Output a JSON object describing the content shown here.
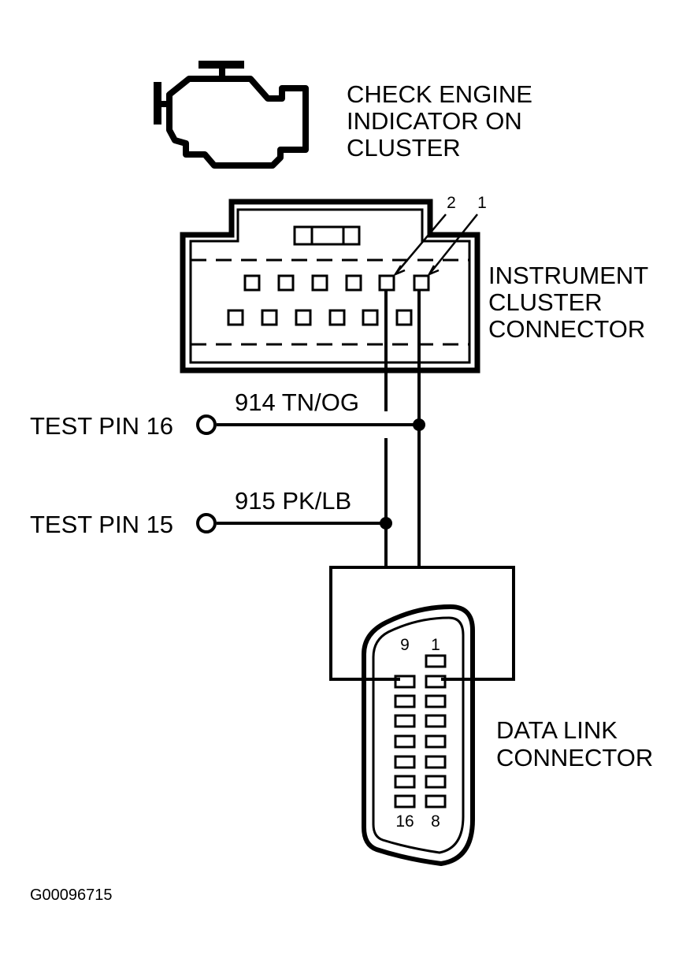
{
  "engine_indicator": {
    "icon": "check-engine-icon",
    "label_lines": [
      "CHECK ENGINE",
      "INDICATOR ON",
      "CLUSTER"
    ]
  },
  "instrument_cluster": {
    "label_lines": [
      "INSTRUMENT",
      "CLUSTER",
      "CONNECTOR"
    ],
    "pin_callouts": [
      "2",
      "1"
    ]
  },
  "wires": [
    {
      "circuit": "914  TN/OG",
      "test_pin": "TEST PIN 16"
    },
    {
      "circuit": "915  PK/LB",
      "test_pin": "TEST PIN 15"
    }
  ],
  "data_link": {
    "label_lines": [
      "DATA LINK",
      "CONNECTOR"
    ],
    "pin_labels": {
      "top_left": "9",
      "top_right": "1",
      "bottom_left": "16",
      "bottom_right": "8"
    }
  },
  "figure_id": "G00096715",
  "colors": {
    "ink": "#000000",
    "paper": "#ffffff"
  }
}
